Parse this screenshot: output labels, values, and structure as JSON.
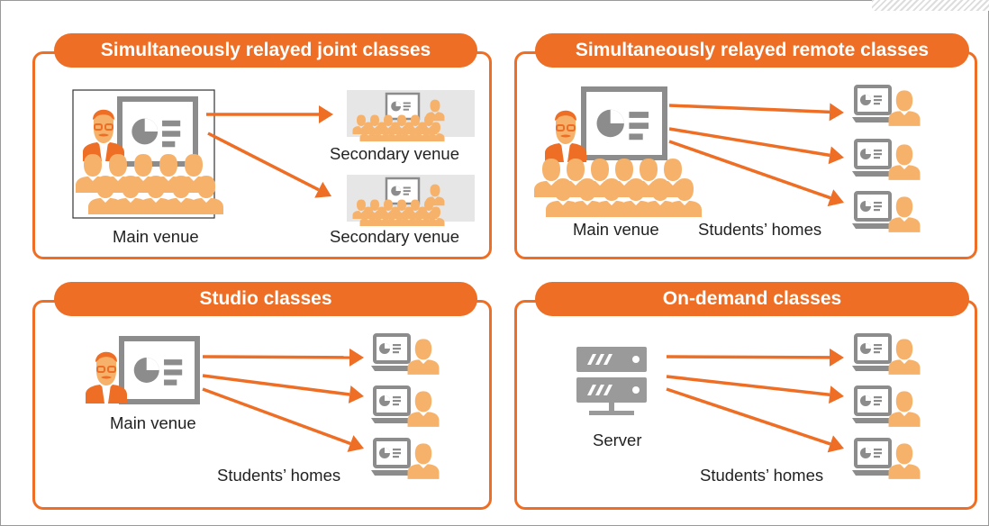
{
  "panels": [
    {
      "title": "Simultaneously relayed joint classes",
      "labels": [
        "Secondary venue",
        "Secondary venue",
        "Main venue"
      ]
    },
    {
      "title": "Simultaneously relayed remote classes",
      "labels": [
        "Main venue",
        "Students’ homes"
      ]
    },
    {
      "title": "Studio classes",
      "labels": [
        "Main venue",
        "Students’ homes"
      ]
    },
    {
      "title": "On-demand classes",
      "labels": [
        "Server",
        "Students’ homes"
      ]
    }
  ],
  "colors": {
    "accent": "#ed6e24",
    "person": "#f6b26b",
    "screen": "#8c8c8c"
  },
  "icons": [
    "teacher-icon",
    "presentation-screen-icon",
    "audience-icon",
    "secondary-venue-icon",
    "student-computer-icon",
    "server-icon",
    "arrow-icon"
  ]
}
